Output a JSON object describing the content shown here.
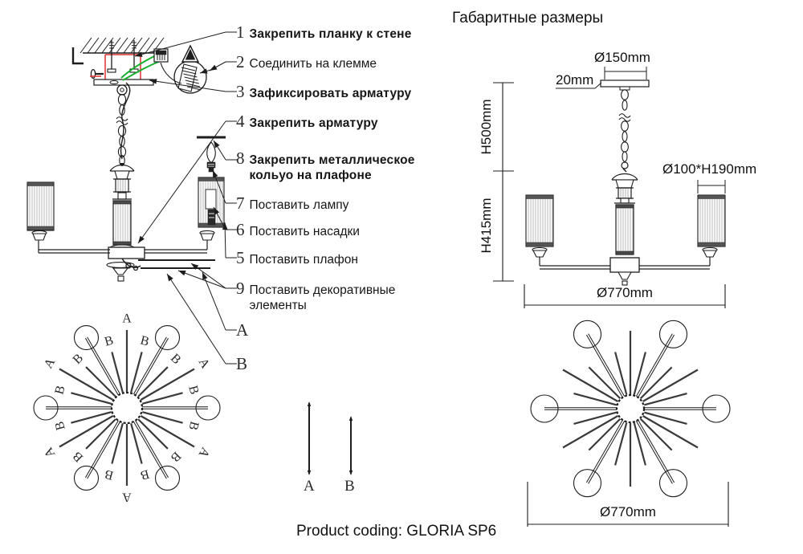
{
  "title": "Габаритные размеры",
  "product_coding": "Product coding: GLORIA SP6",
  "steps": [
    {
      "num": "1",
      "text": "Закрепить планку к стене",
      "bold": true
    },
    {
      "num": "2",
      "text": "Соединить на клемме",
      "bold": false
    },
    {
      "num": "3",
      "text": "Зафиксировать арматуру",
      "bold": true
    },
    {
      "num": "4",
      "text": "Закрепить арматуру",
      "bold": true
    },
    {
      "num": "8",
      "text": "Закрепить металлическое кольуо на плафоне",
      "bold": true
    },
    {
      "num": "7",
      "text": "Поставить лампу",
      "bold": false
    },
    {
      "num": "6",
      "text": "Поставить насадки",
      "bold": false
    },
    {
      "num": "5",
      "text": "Поставить плафон",
      "bold": false
    },
    {
      "num": "9",
      "text": "Поставить декоративные элементы",
      "bold": false
    },
    {
      "num": "A",
      "text": "",
      "bold": false
    },
    {
      "num": "B",
      "text": "",
      "bold": false
    }
  ],
  "dimensions": {
    "canopy_diameter": "Ø150mm",
    "canopy_height": "20mm",
    "hang_height": "H500mm",
    "body_height": "H415mm",
    "shade_size": "Ø100*H190mm",
    "width_side": "Ø770mm",
    "width_top": "Ø770mm"
  },
  "rod_legend": {
    "a": "A",
    "b": "B"
  },
  "radial": {
    "arm_angles": [
      0,
      60,
      120,
      180,
      240,
      300
    ],
    "rods": [
      {
        "angle": 15,
        "label": "B"
      },
      {
        "angle": 30,
        "label": "A"
      },
      {
        "angle": 45,
        "label": "B"
      },
      {
        "angle": 75,
        "label": "B"
      },
      {
        "angle": 90,
        "label": "A"
      },
      {
        "angle": 105,
        "label": "B"
      },
      {
        "angle": 135,
        "label": "B"
      },
      {
        "angle": 150,
        "label": "A"
      },
      {
        "angle": 165,
        "label": "B"
      },
      {
        "angle": 195,
        "label": "B"
      },
      {
        "angle": 210,
        "label": "A"
      },
      {
        "angle": 225,
        "label": "B"
      },
      {
        "angle": 255,
        "label": "B"
      },
      {
        "angle": 270,
        "label": "A"
      },
      {
        "angle": 285,
        "label": "B"
      },
      {
        "angle": 315,
        "label": "B"
      },
      {
        "angle": 330,
        "label": "A"
      },
      {
        "angle": 345,
        "label": "B"
      }
    ]
  },
  "colors": {
    "line": "#1d1d1d",
    "accent_red": "#e03030",
    "accent_green": "#15b02c"
  }
}
